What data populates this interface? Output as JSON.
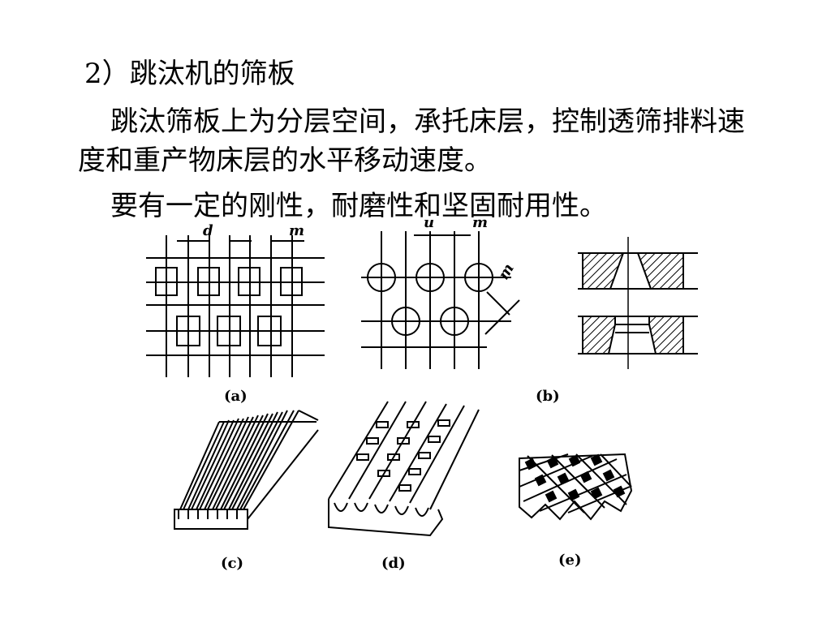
{
  "heading": "2）跳汰机的筛板",
  "paragraphs": [
    "跳汰筛板上为分层空间，承托床层，控制透筛排料速度和重产物床层的水平移动速度。",
    "要有一定的刚性，耐磨性和坚固耐用性。"
  ],
  "figure": {
    "dim_labels": {
      "d": "d",
      "m": "m",
      "u": "u",
      "m_diag": "m"
    },
    "captions": {
      "a": "(a)",
      "b": "(b)",
      "c": "(c)",
      "d": "(d)",
      "e": "(e)"
    }
  }
}
